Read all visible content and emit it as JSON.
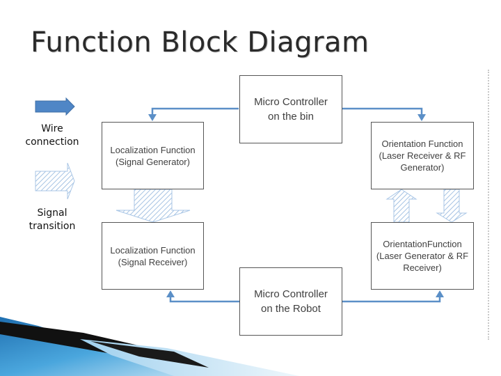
{
  "title": "Function Block Diagram",
  "legend": {
    "wire_label": "Wire\nconnection",
    "signal_label": "Signal\ntransition"
  },
  "blocks": {
    "mc_bin": "Micro Controller\non the bin",
    "loc_gen": "Localization Function\n(Signal Generator)",
    "orient_top": "Orientation Function\n(Laser Receiver & RF\nGenerator)",
    "loc_recv": "Localization Function\n(Signal Receiver)",
    "orient_bottom": "OrientationFunction\n(Laser Generator & RF\nReceiver)",
    "mc_robot": "Micro Controller\non the Robot"
  },
  "colors": {
    "wire": "#5b8fc7",
    "wire_dark": "#3f6fa6",
    "signal_stripe": "#8fb4dc",
    "title": "#2a2a2a",
    "decor_blue": "#2f8fd0",
    "decor_black": "#111111"
  }
}
